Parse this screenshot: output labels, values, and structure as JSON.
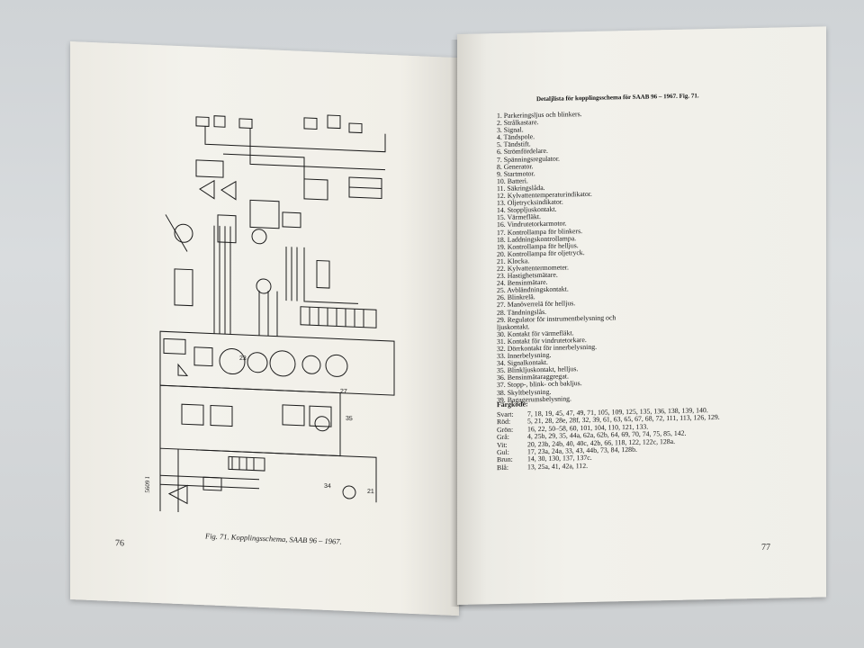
{
  "left_page": {
    "page_number": "76",
    "caption": "Fig. 71. Kopplingsschema, SAAB 96 – 1967.",
    "diagram_code": "5609 I"
  },
  "right_page": {
    "page_number": "77",
    "title": "Detaljlista för kopplingsschema för SAAB 96 – 1967. Fig. 71.",
    "parts": [
      "1. Parkeringsljus och blinkers.",
      "2. Strålkastare.",
      "3. Signal.",
      "4. Tändspole.",
      "5. Tändstift.",
      "6. Strömfördelare.",
      "7. Spänningsregulator.",
      "8. Generator.",
      "9. Startmotor.",
      "10. Batteri.",
      "11. Säkringslåda.",
      "12. Kylvattentemperaturindikator.",
      "13. Oljetrycksindikator.",
      "14. Stoppljuskontakt.",
      "15. Värmefläkt.",
      "16. Vindrutetorkarmotor.",
      "17. Kontrollampa för blinkers.",
      "18. Laddningskontrollampa.",
      "19. Kontrollampa för helljus.",
      "20. Kontrollampa för oljetryck.",
      "21. Klocka.",
      "22. Kylvattentermometer.",
      "23. Hastighetsmätare.",
      "24. Bensinmätare.",
      "25. Avbländningskontakt.",
      "26. Blinkrelä.",
      "27. Manöverrelä för helljus.",
      "28. Tändningslås.",
      "29. Regulator för instrumentbelysning och",
      "    ljuskontakt.",
      "30. Kontakt för värmefläkt.",
      "31. Kontakt för vindrutetorkare.",
      "32. Dörrkontakt för innerbelysning.",
      "33. Innerbelysning.",
      "34. Signalkontakt.",
      "35. Blinkljuskontakt, helljus.",
      "36. Bensinmätaraggregat.",
      "37. Stopp-, blink- och bakljus.",
      "38. Skyltbelysning.",
      "39. Bagagerumsbelysning."
    ],
    "color_code_title": "Färgkode:",
    "color_codes": [
      {
        "color": "Svart:",
        "wires": "7, 18, 19, 45, 47, 49, 71, 105, 109, 125, 135, 136, 138, 139, 140."
      },
      {
        "color": "Röd:",
        "wires": "5, 21, 28, 28e, 28f, 32, 39, 61, 63, 65, 67, 68, 72, 111, 113, 126, 129."
      },
      {
        "color": "Grön:",
        "wires": "16, 22, 50–58, 60, 101, 104, 110, 121, 133."
      },
      {
        "color": "Grå:",
        "wires": "4, 25b, 29, 35, 44a, 62a, 62b, 64, 69, 70, 74, 75, 85, 142."
      },
      {
        "color": "Vit:",
        "wires": "20, 23b, 24b, 40, 40c, 42b, 66, 118, 122, 122c, 128a."
      },
      {
        "color": "Gul:",
        "wires": "17, 23a, 24a, 33, 43, 44b, 73, 84, 128b."
      },
      {
        "color": "Brun:",
        "wires": "14, 30, 130, 137, 137c."
      },
      {
        "color": "Blå:",
        "wires": "13, 25a, 41, 42a, 112."
      }
    ]
  }
}
